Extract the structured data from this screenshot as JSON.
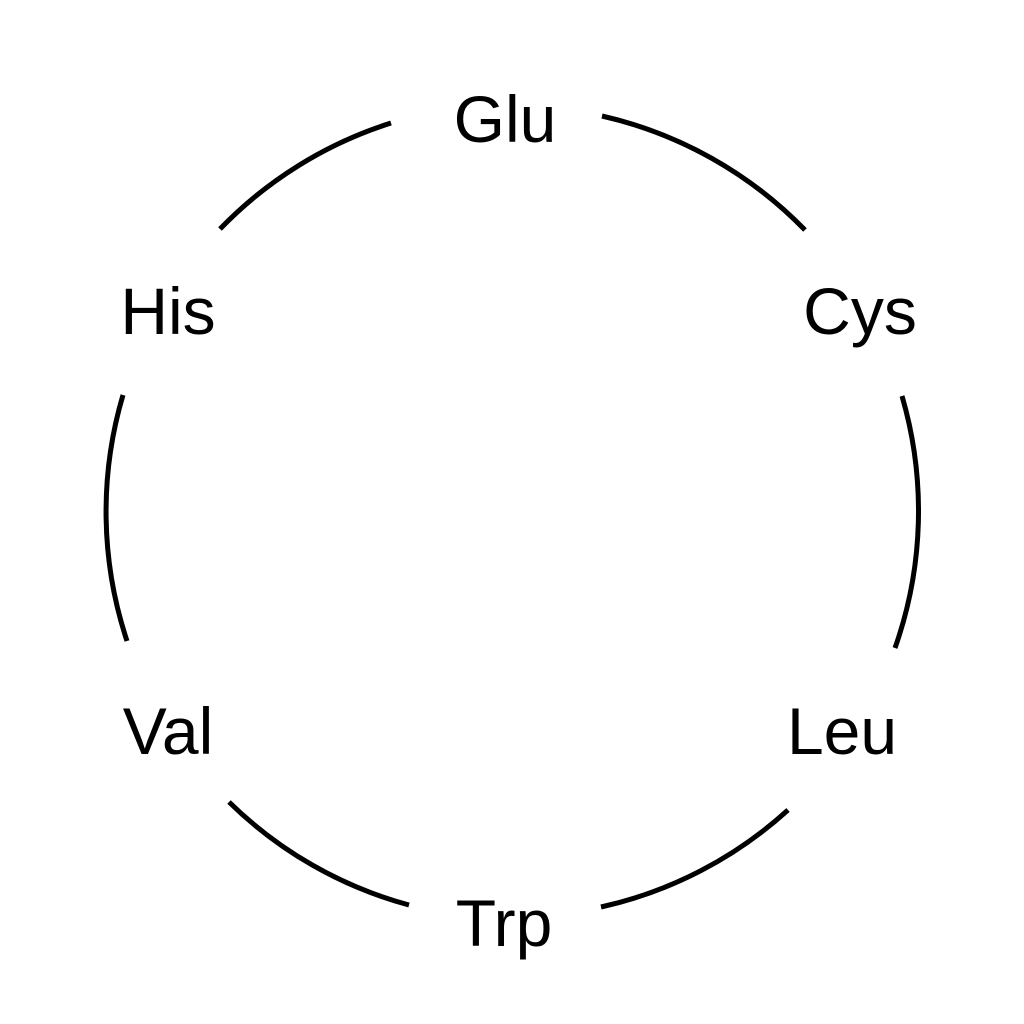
{
  "diagram": {
    "type": "cycle",
    "line_color": "#000000",
    "text_color": "#000000",
    "background": "#ffffff",
    "nodes": [
      {
        "id": "glu",
        "label": "Glu"
      },
      {
        "id": "cys",
        "label": "Cys"
      },
      {
        "id": "leu",
        "label": "Leu"
      },
      {
        "id": "trp",
        "label": "Trp"
      },
      {
        "id": "val",
        "label": "Val"
      },
      {
        "id": "his",
        "label": "His"
      }
    ],
    "edges": [
      {
        "from": "glu",
        "to": "cys"
      },
      {
        "from": "cys",
        "to": "leu"
      },
      {
        "from": "leu",
        "to": "trp"
      },
      {
        "from": "trp",
        "to": "val"
      },
      {
        "from": "val",
        "to": "his"
      },
      {
        "from": "his",
        "to": "glu"
      }
    ]
  }
}
